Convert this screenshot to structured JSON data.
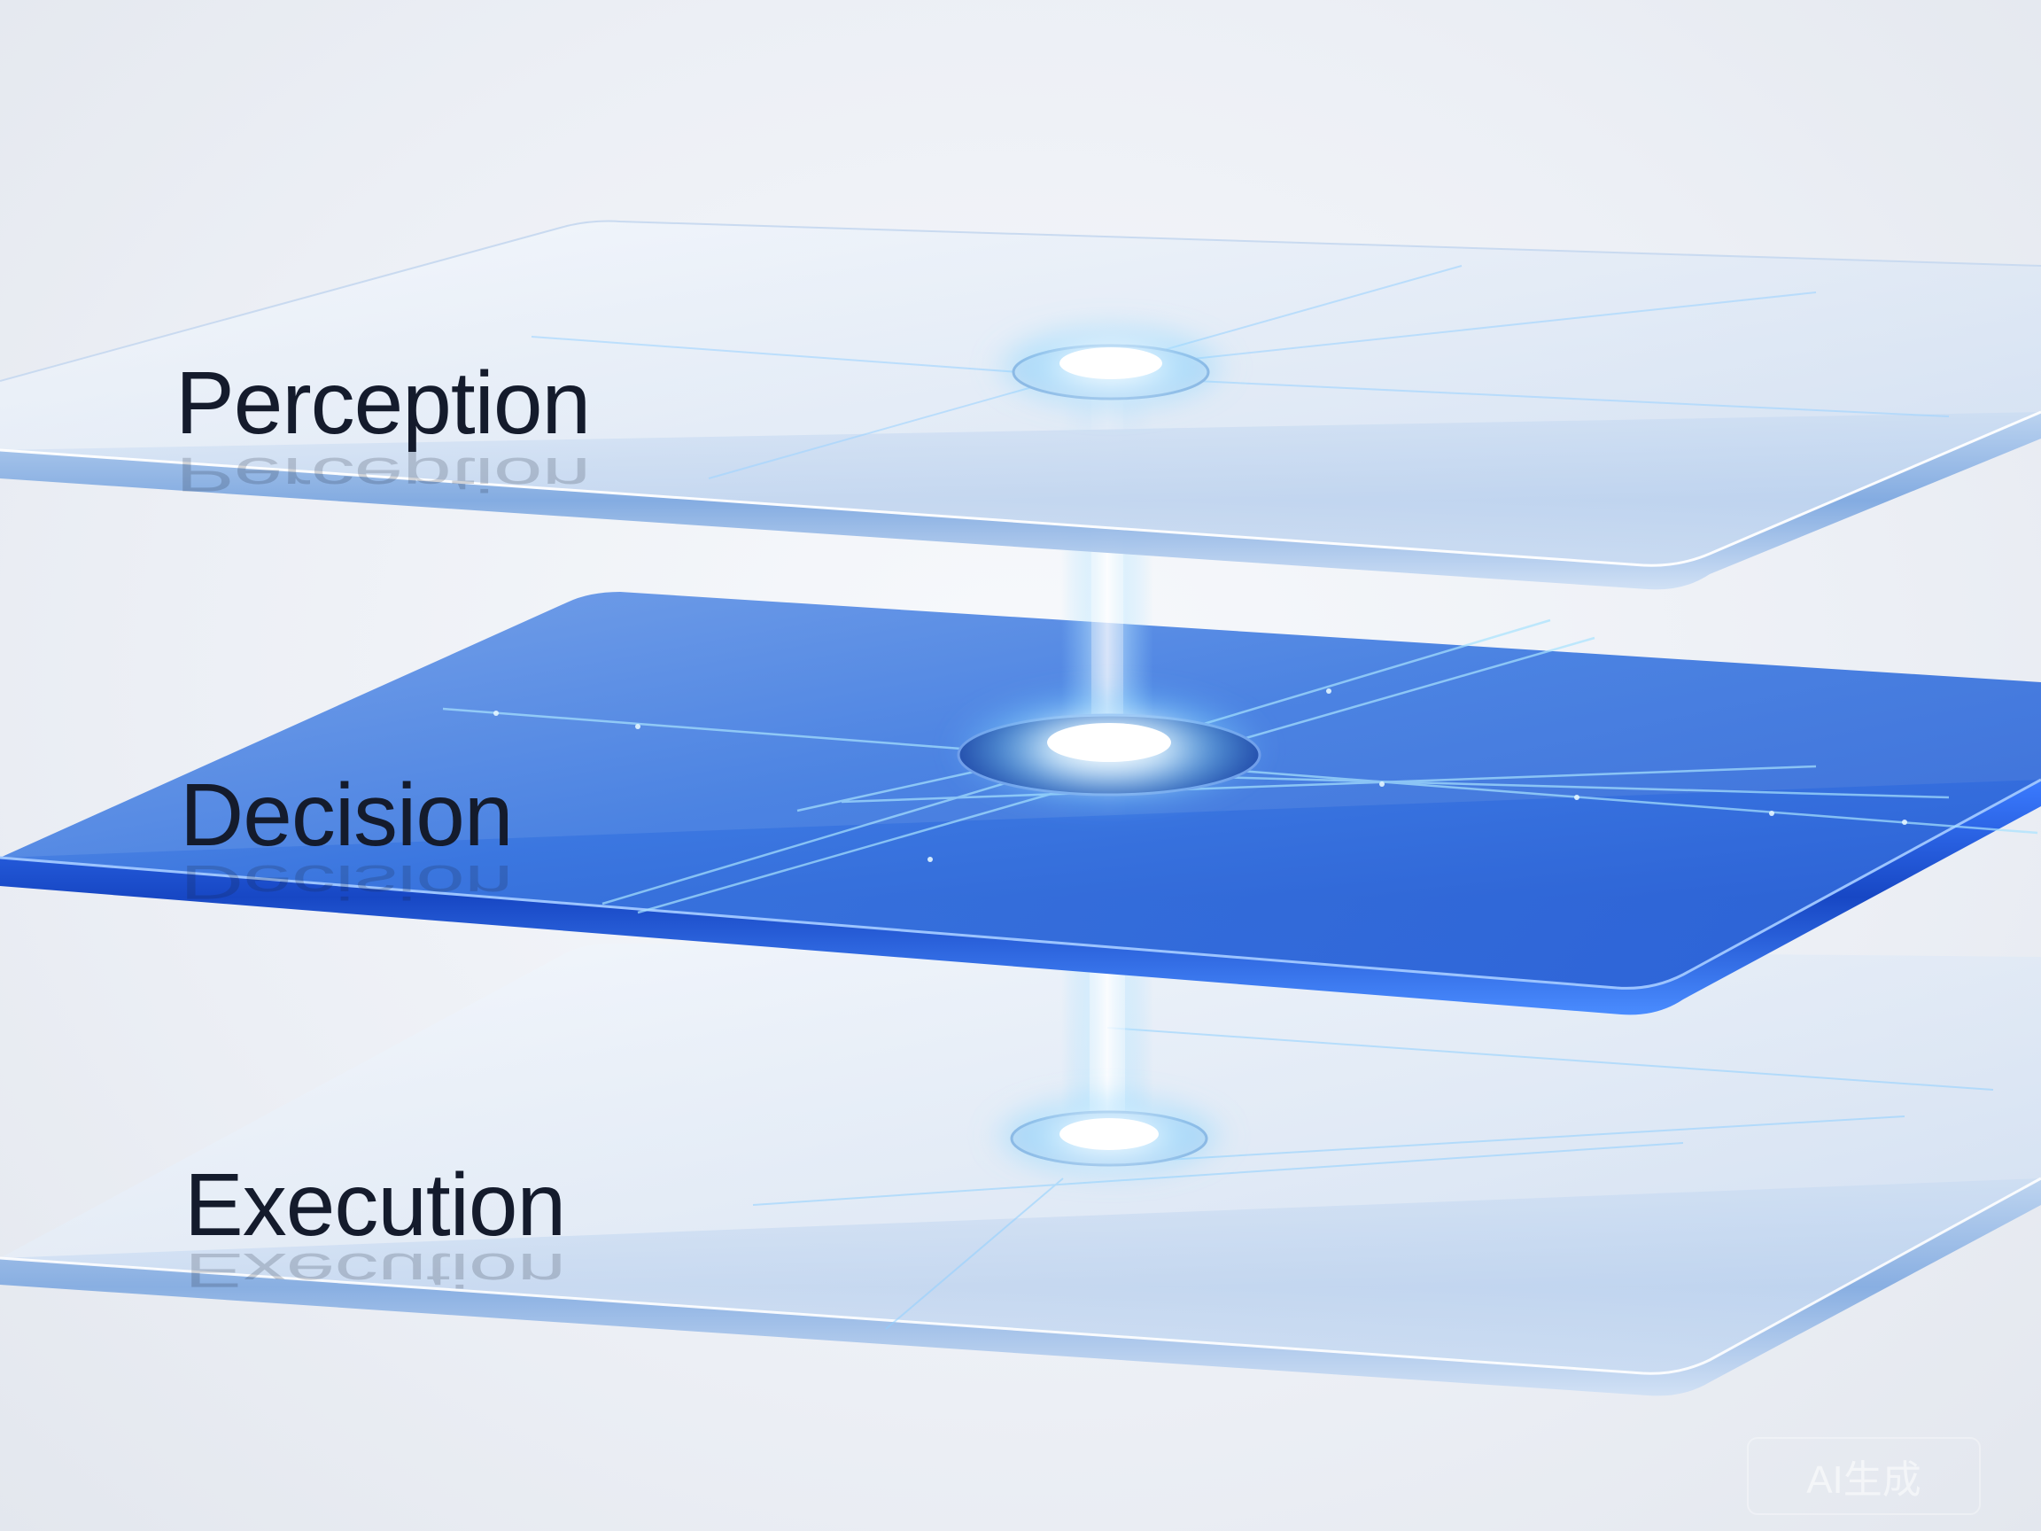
{
  "layers": [
    {
      "id": "perception",
      "label": "Perception",
      "tint": "clear"
    },
    {
      "id": "decision",
      "label": "Decision",
      "tint": "blue"
    },
    {
      "id": "execution",
      "label": "Execution",
      "tint": "clear"
    }
  ],
  "watermark": "AI生成",
  "colors": {
    "background": "#eef1f6",
    "decision_plate": "#2f6fe0",
    "decision_edge": "#1d4fc9",
    "clear_plate": "#dbe7f6",
    "clear_edge": "#8fb4e6",
    "glow": "#7fd3ff",
    "label": "#141b2c"
  },
  "icons": [
    "connector-node-icon",
    "light-beam-icon"
  ]
}
